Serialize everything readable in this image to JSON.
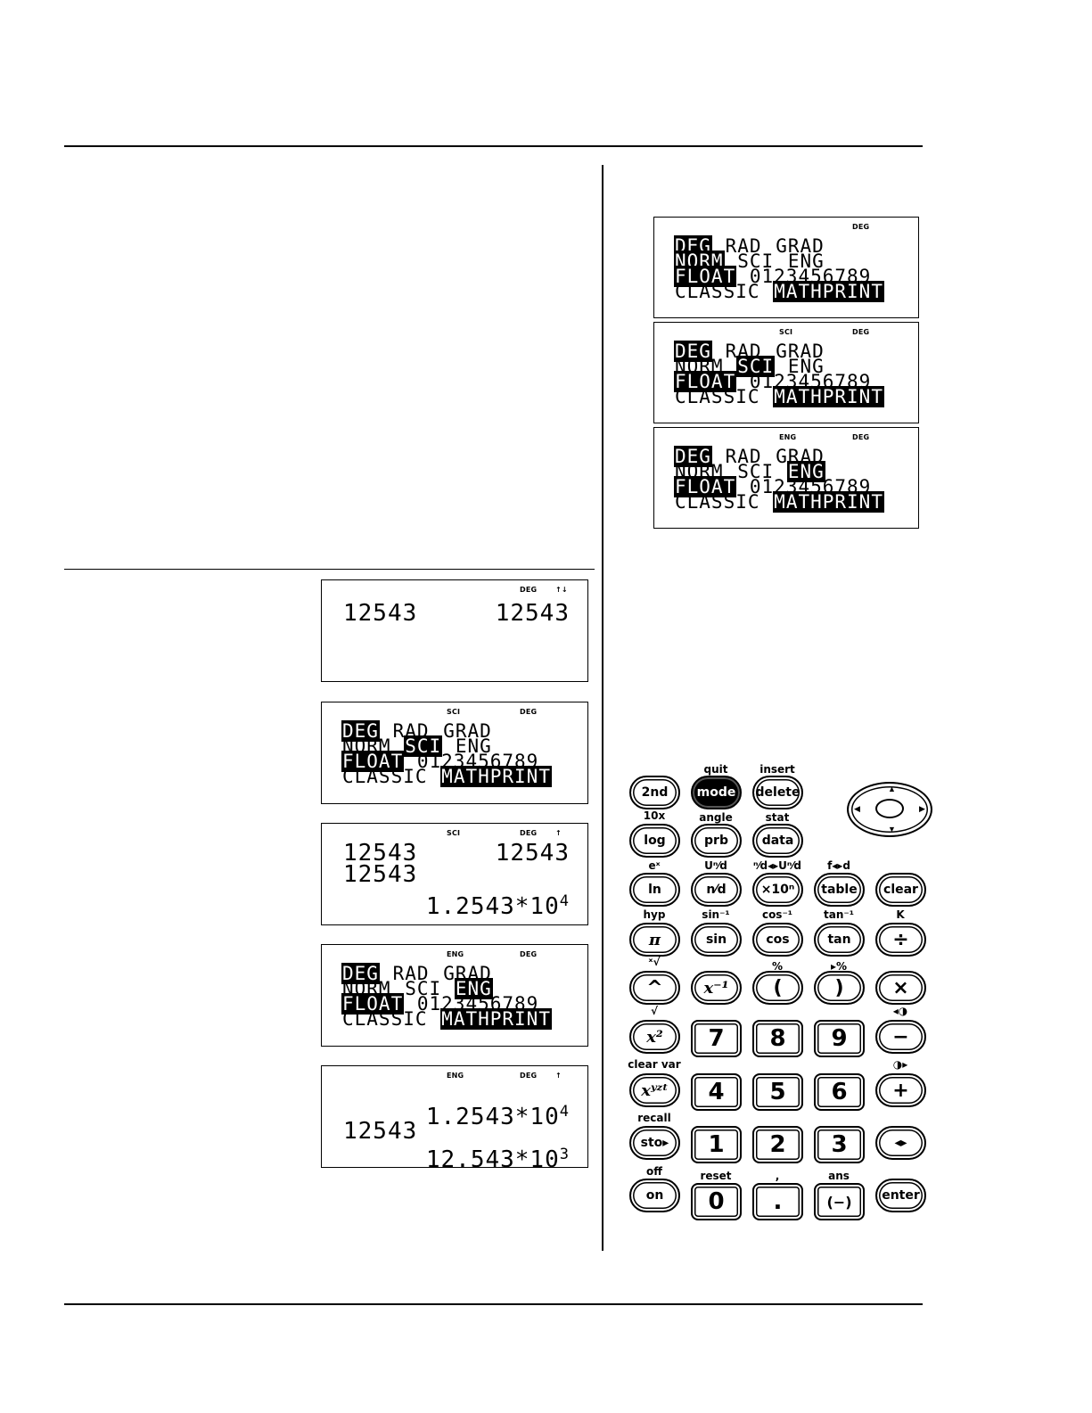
{
  "mode_screens": [
    {
      "indicators": {
        "mode": "",
        "angle": "DEG"
      },
      "row1": {
        "o1": "DEG",
        "o2": "RAD",
        "o3": "GRAD"
      },
      "row2": {
        "o1": "NORM",
        "o2": "SCI",
        "o3": "ENG"
      },
      "row3": {
        "o1": "FLOAT",
        "o2": "0123456789"
      },
      "row4": {
        "o1": "CLASSIC",
        "o2": "MATHPRINT"
      }
    },
    {
      "indicators": {
        "mode": "SCI",
        "angle": "DEG"
      },
      "row1": {
        "o1": "DEG",
        "o2": "RAD",
        "o3": "GRAD"
      },
      "row2": {
        "o1": "NORM",
        "o2": "SCI",
        "o3": "ENG"
      },
      "row3": {
        "o1": "FLOAT",
        "o2": "0123456789"
      },
      "row4": {
        "o1": "CLASSIC",
        "o2": "MATHPRINT"
      }
    },
    {
      "indicators": {
        "mode": "ENG",
        "angle": "DEG"
      },
      "row1": {
        "o1": "DEG",
        "o2": "RAD",
        "o3": "GRAD"
      },
      "row2": {
        "o1": "NORM",
        "o2": "SCI",
        "o3": "ENG"
      },
      "row3": {
        "o1": "FLOAT",
        "o2": "0123456789"
      },
      "row4": {
        "o1": "CLASSIC",
        "o2": "MATHPRINT"
      }
    }
  ],
  "example_screens": {
    "s1": {
      "angle": "DEG",
      "arrows": "↑↓",
      "entry": "12543",
      "result": "12543"
    },
    "s2": {
      "mode": "SCI",
      "angle": "DEG"
    },
    "s3": {
      "mode": "SCI",
      "angle": "DEG",
      "arrows": "↑",
      "entry1": "12543",
      "result1": "12543",
      "entry2": "12543",
      "result2_mant": "1.2543*10",
      "result2_exp": "4"
    },
    "s4": {
      "mode": "ENG",
      "angle": "DEG"
    },
    "s5": {
      "mode": "ENG",
      "angle": "DEG",
      "arrows": "↑",
      "result1_mant": "1.2543*10",
      "result1_exp": "4",
      "entry2": "12543",
      "result2_mant": "12.543*10",
      "result2_exp": "3"
    }
  },
  "keypad": {
    "second_labels": {
      "quit": "quit",
      "insert": "insert",
      "ten_x": "10x",
      "angle": "angle",
      "stat": "stat",
      "ex": "eˣ",
      "unmix": "Uⁿ⁄d",
      "frac_conv": "ⁿ⁄d◂▸Uⁿ⁄d",
      "f_d": "f◂▸d",
      "hyp": "hyp",
      "asin": "sin⁻¹",
      "acos": "cos⁻¹",
      "atan": "tan⁻¹",
      "k": "K",
      "root_x": "ˣ√",
      "percent": "%",
      "to_percent": "▸%",
      "sqrt": "√",
      "contrast_dn": "◂◑",
      "clear_var": "clear var",
      "contrast_up": "◑▸",
      "recall": "recall",
      "off": "off",
      "reset": "reset",
      "comma": ",",
      "ans": "ans"
    },
    "keys": {
      "k2nd": "2nd",
      "mode": "mode",
      "delete": "delete",
      "log": "log",
      "prb": "prb",
      "data": "data",
      "ln": "ln",
      "frac": "n⁄d",
      "x10n": "×10ⁿ",
      "table": "table",
      "clear": "clear",
      "pi": "π",
      "sin": "sin",
      "cos": "cos",
      "tan": "tan",
      "divide": "÷",
      "caret": "^",
      "xinv": "x⁻¹",
      "lparen": "(",
      "rparen": ")",
      "times": "×",
      "x2": "x²",
      "k7": "7",
      "k8": "8",
      "k9": "9",
      "minus": "−",
      "xyzt": "xʸᶻᵗ",
      "k4": "4",
      "k5": "5",
      "k6": "6",
      "plus": "+",
      "sto": "sto▸",
      "k1": "1",
      "k2": "2",
      "k3": "3",
      "toggle": "◂▸",
      "on": "on",
      "k0": "0",
      "dot": ".",
      "neg": "(−)",
      "enter": "enter"
    }
  }
}
